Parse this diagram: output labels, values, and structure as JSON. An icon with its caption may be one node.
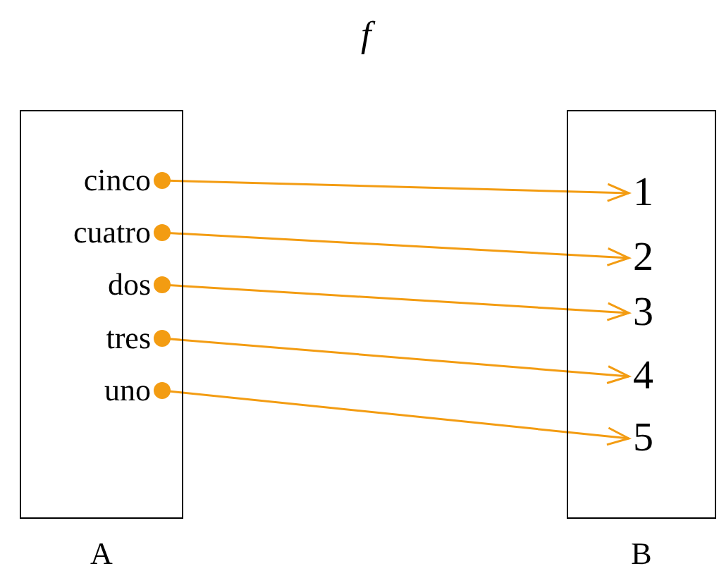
{
  "diagram": {
    "title": "f",
    "nodes": [
      {
        "text": [],
        "shape": "box",
        "beside": [
          "A"
        ]
      },
      {
        "text": [],
        "shape": "box",
        "beside": [
          "B"
        ]
      },
      {
        "text": [
          "cinco"
        ],
        "in": 0
      },
      {
        "text": [
          "cuatro"
        ],
        "in": 0
      },
      {
        "text": [
          "dos"
        ],
        "in": 0
      },
      {
        "text": [
          "tres"
        ],
        "in": 0
      },
      {
        "text": [
          "uno"
        ],
        "in": 0
      },
      {
        "text": [
          "1"
        ],
        "in": 1
      },
      {
        "text": [
          "2"
        ],
        "in": 1
      },
      {
        "text": [
          "3"
        ],
        "in": 1
      },
      {
        "text": [
          "4"
        ],
        "in": 1
      },
      {
        "text": [
          "5"
        ],
        "in": 1
      }
    ],
    "edges": [
      {
        "from": 2,
        "to": 7,
        "arrow": "to"
      },
      {
        "from": 3,
        "to": 8,
        "arrow": "to"
      },
      {
        "from": 4,
        "to": 9,
        "arrow": "to"
      },
      {
        "from": 5,
        "to": 10,
        "arrow": "to"
      },
      {
        "from": 6,
        "to": 11,
        "arrow": "to"
      }
    ]
  }
}
